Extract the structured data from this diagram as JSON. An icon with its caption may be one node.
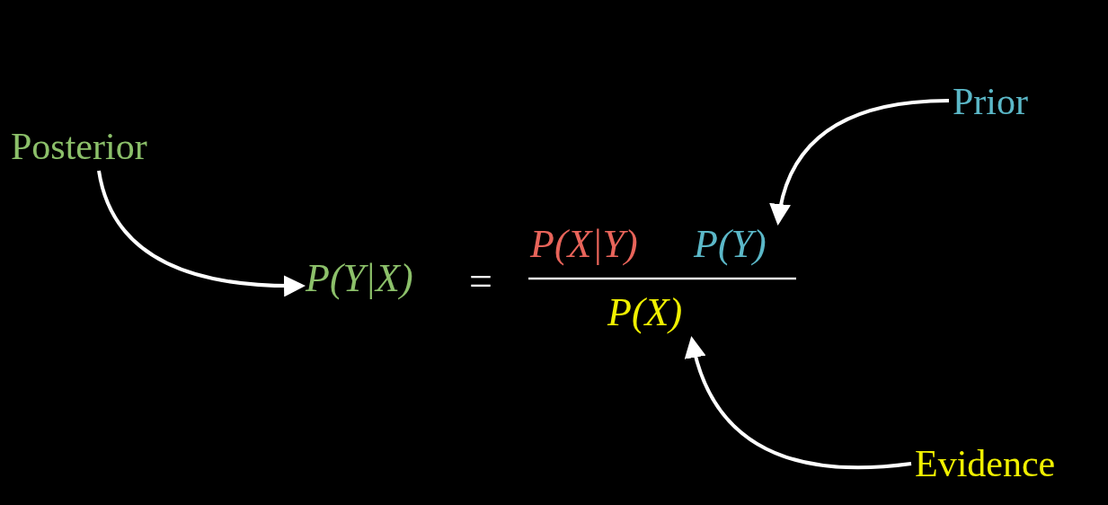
{
  "diagram": {
    "nodes": [
      {
        "text": [
          "Posterior"
        ]
      },
      {
        "text": [
          "Prior"
        ]
      },
      {
        "text": [
          "Evidence"
        ]
      },
      {
        "text": [
          "P(Y|X)"
        ]
      },
      {
        "text": [
          "P(X|Y)"
        ]
      },
      {
        "text": [
          "P(Y)"
        ]
      },
      {
        "text": [
          "P(X)"
        ]
      }
    ],
    "edges": [
      {
        "from": 0,
        "to": 3,
        "arrow": "to"
      },
      {
        "from": 1,
        "to": 5,
        "arrow": "to"
      },
      {
        "from": 2,
        "to": 6,
        "arrow": "to"
      }
    ],
    "labels": [
      "="
    ]
  }
}
